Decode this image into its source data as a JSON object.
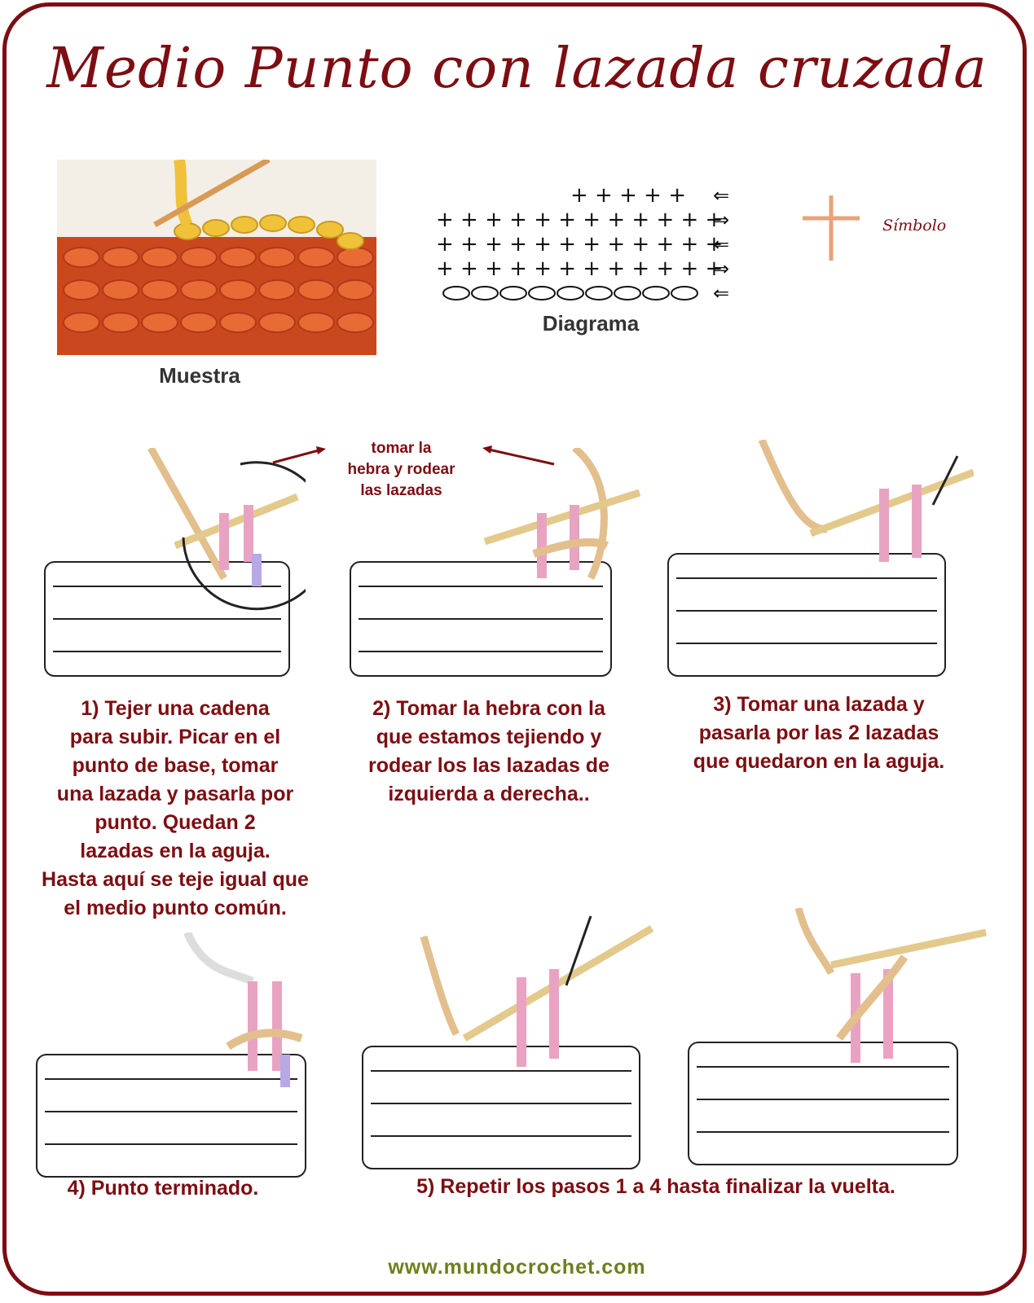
{
  "title": "Medio Punto con lazada cruzada",
  "labels": {
    "muestra": "Muestra",
    "diagrama": "Diagrama",
    "simbolo": "Símbolo"
  },
  "note": {
    "line1": "tomar la",
    "line2": "hebra y rodear",
    "line3": "las lazadas"
  },
  "steps": {
    "s1": [
      "1) Tejer una cadena",
      "para subir. Picar en el",
      "punto de base, tomar",
      "una lazada y pasarla por",
      "punto. Quedan 2",
      "lazadas en la aguja.",
      "Hasta aquí se teje igual que",
      "el medio punto común."
    ],
    "s2": [
      "2) Tomar la hebra con la",
      "que estamos tejiendo y",
      "rodear los las lazadas de",
      "izquierda a derecha.."
    ],
    "s3": [
      "3) Tomar una lazada y",
      "pasarla por las 2 lazadas",
      "que quedaron en la aguja."
    ],
    "s4": "4) Punto terminado.",
    "s5": "5) Repetir los pasos 1 a 4 hasta finalizar la vuelta."
  },
  "footer": "www.mundocrochet.com",
  "colors": {
    "accent": "#7d0d12",
    "footer": "#6d7f1e",
    "symbol": "#e8a27a"
  },
  "icons": [
    "crochet-hook-icon",
    "arrow-icon"
  ]
}
